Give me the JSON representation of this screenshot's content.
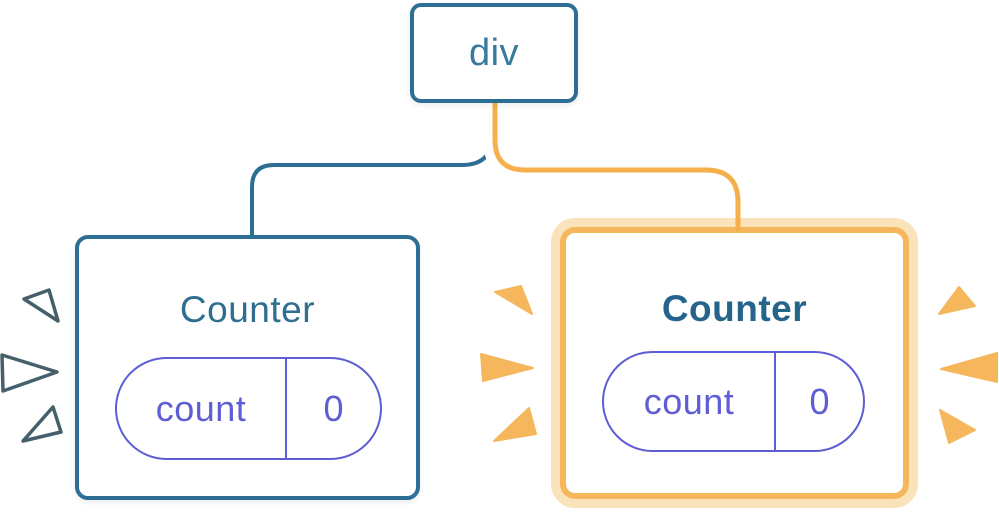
{
  "diagram": {
    "root": {
      "label": "div"
    },
    "counters": {
      "left": {
        "title": "Counter",
        "state": {
          "key": "count",
          "value": "0"
        },
        "highlighted": false
      },
      "right": {
        "title": "Counter",
        "state": {
          "key": "count",
          "value": "0"
        },
        "highlighted": true
      }
    }
  },
  "palette": {
    "blue_border": "#2D6E94",
    "blue_title_text": "#2E6E8E",
    "root_label_text": "#37799F",
    "state_pill_indigo": "#5E5DD3",
    "highlight_orange": "#F6B75C",
    "connector_orange_core": "#F5AF4B",
    "highlight_peach_glow": "#FAE2BB",
    "spark_outline_slate": "#45606B",
    "background": "#FFFFFF"
  }
}
